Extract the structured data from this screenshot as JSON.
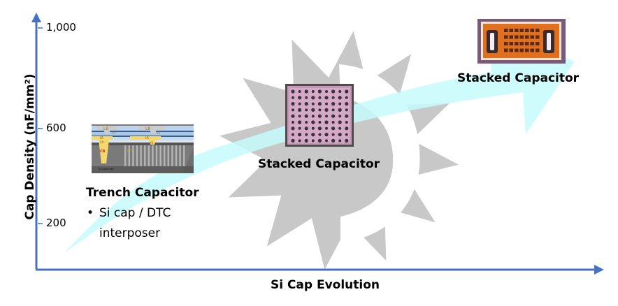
{
  "axes": {
    "y_title": "Cap Density (nF/mm²)",
    "x_title": "Si Cap Evolution",
    "y_ticks": [
      "1,000",
      "600",
      "200"
    ],
    "axis_color": "#4472c4"
  },
  "items": [
    {
      "title": "Trench Capacitor",
      "bullets": [
        "Si cap / DTC",
        "interposer"
      ],
      "image": "trench-cross-section",
      "image_labels": [
        "LB",
        "VV",
        "IA",
        "X0",
        "CB",
        "DT",
        "LB",
        "VV",
        "IA",
        "X0",
        "Si-Substrate"
      ]
    },
    {
      "title": "Stacked Capacitor",
      "image": "stacked-die-dot-array"
    },
    {
      "title": "Stacked Capacitor",
      "image": "stacked-die-orange"
    }
  ],
  "colors": {
    "arrow": "#ccffff",
    "star": "#c8c8c8",
    "logo": "#ffffff"
  }
}
